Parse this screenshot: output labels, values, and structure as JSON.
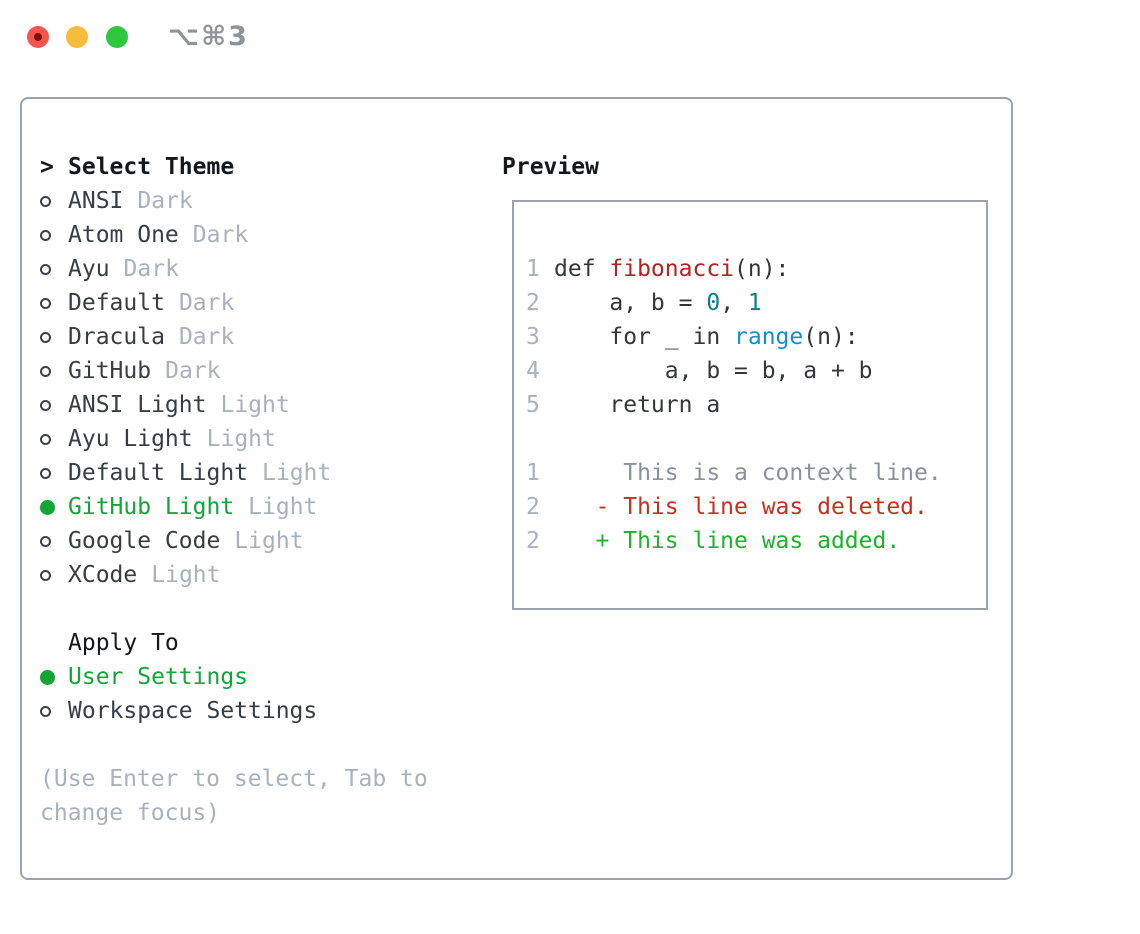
{
  "window": {
    "title": "⌥⌘3",
    "traffic_lights": [
      {
        "name": "close",
        "color": "#f2564d"
      },
      {
        "name": "minimize",
        "color": "#f8bc3c"
      },
      {
        "name": "zoom",
        "color": "#2ec73d"
      }
    ]
  },
  "theme_panel": {
    "header": {
      "marker": ">",
      "label": "Select Theme"
    },
    "themes": [
      {
        "name": "ANSI",
        "tag": "Dark",
        "selected": false
      },
      {
        "name": "Atom One",
        "tag": "Dark",
        "selected": false
      },
      {
        "name": "Ayu",
        "tag": "Dark",
        "selected": false
      },
      {
        "name": "Default",
        "tag": "Dark",
        "selected": false
      },
      {
        "name": "Dracula",
        "tag": "Dark",
        "selected": false
      },
      {
        "name": "GitHub",
        "tag": "Dark",
        "selected": false
      },
      {
        "name": "ANSI Light",
        "tag": "Light",
        "selected": false
      },
      {
        "name": "Ayu Light",
        "tag": "Light",
        "selected": false
      },
      {
        "name": "Default Light",
        "tag": "Light",
        "selected": false
      },
      {
        "name": "GitHub Light",
        "tag": "Light",
        "selected": true
      },
      {
        "name": "Google Code",
        "tag": "Light",
        "selected": false
      },
      {
        "name": "XCode",
        "tag": "Light",
        "selected": false
      }
    ],
    "apply_to": {
      "label": "Apply To",
      "options": [
        {
          "name": "User Settings",
          "selected": true
        },
        {
          "name": "Workspace Settings",
          "selected": false
        }
      ]
    },
    "hint_lines": [
      "(Use Enter to select, Tab to",
      "change focus)"
    ]
  },
  "preview": {
    "title": "Preview",
    "lines": [
      {
        "n": "1",
        "s": [
          [
            "def ",
            "code"
          ],
          [
            "fibonacci",
            "fn"
          ],
          [
            "(n):",
            "code"
          ]
        ]
      },
      {
        "n": "2",
        "s": [
          [
            "    a, b = ",
            "code"
          ],
          [
            "0",
            "teal"
          ],
          [
            ", ",
            "code"
          ],
          [
            "1",
            "teal"
          ]
        ]
      },
      {
        "n": "3",
        "s": [
          [
            "    for _ in ",
            "code"
          ],
          [
            "range",
            "builtin"
          ],
          [
            "(n):",
            "code"
          ]
        ]
      },
      {
        "n": "4",
        "s": [
          [
            "        a, b = b, a + b",
            "code"
          ]
        ]
      },
      {
        "n": "5",
        "s": [
          [
            "    return a",
            "code"
          ]
        ]
      },
      {
        "n": "",
        "s": []
      },
      {
        "n": "1",
        "s": [
          [
            "     This is a context line.",
            "ctx"
          ]
        ]
      },
      {
        "n": "2",
        "s": [
          [
            "   - This line was deleted.",
            "del"
          ]
        ]
      },
      {
        "n": "2",
        "s": [
          [
            "   + This line was added.",
            "add"
          ]
        ]
      }
    ]
  },
  "colors": {
    "panel-border": "#9ba4ae",
    "text-dark": "#383d44",
    "text-black": "#15181b",
    "muted": "#a9b1bc",
    "green": "#13a538",
    "code": "#33373d",
    "fn": "#b22221",
    "num-teal": "#0e7f85",
    "builtin": "#1090d0",
    "ctx": "#8b9199",
    "del": "#c5311f",
    "add": "#1db32d",
    "tl-red": "#f2564d",
    "tl-yellow": "#f8bc3c",
    "tl-green": "#2ec73d",
    "title-gray": "#8f9499"
  }
}
